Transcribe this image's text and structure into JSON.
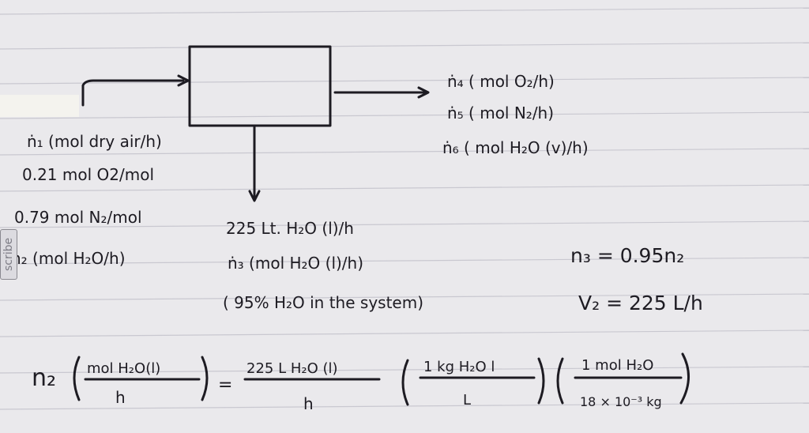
{
  "input_stream": {
    "line1": "ṅ₁ (mol dry air/h)",
    "line2": "0.21 mol O2/mol",
    "line3": "0.79 mol N₂/mol",
    "line4": "ṅ₂ (mol H₂O/h)"
  },
  "output_stream": {
    "line1": "ṅ₄ ( mol O₂/h)",
    "line2": "ṅ₅ ( mol N₂/h)",
    "line3": "ṅ₆ ( mol H₂O (v)/h)"
  },
  "bottom_stream": {
    "line1": "225 Lt. H₂O (l)/h",
    "line2": "ṅ₃ (mol H₂O (l)/h)",
    "line3": "( 95% H₂O in the system)"
  },
  "relations": {
    "eq1": "n₃ = 0.95n₂",
    "eq2": "V₂ = 225 L/h"
  },
  "conversion": {
    "lhs_var": "n₂",
    "lhs_num": "mol H₂O(l)",
    "lhs_den": "h",
    "equals": "=",
    "f1_num": "225 L H₂O (l)",
    "f1_den": "h",
    "f2_num": "1 kg H₂O l",
    "f2_den": "L",
    "f3_num": "1 mol H₂O",
    "f3_den": "18 × 10⁻³ kg"
  },
  "watermark": "scribe"
}
